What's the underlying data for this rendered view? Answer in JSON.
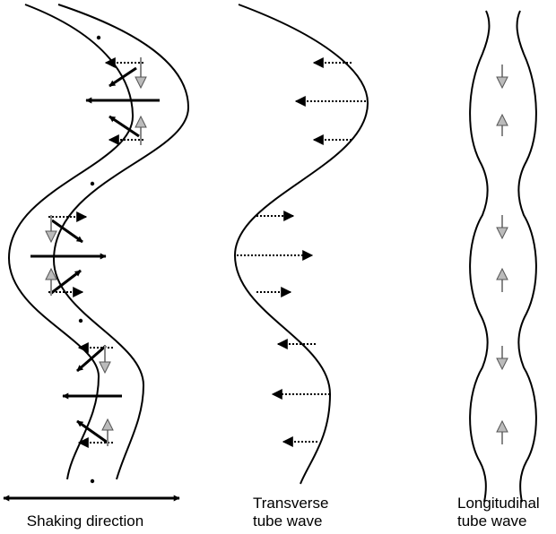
{
  "panels": {
    "shaking": {
      "caption": "Shaking direction"
    },
    "transverse": {
      "caption_line1": "Transverse",
      "caption_line2": "tube wave"
    },
    "longitudinal": {
      "caption_line1": "Longitudinal",
      "caption_line2": "tube wave"
    }
  },
  "colors": {
    "stroke": "#000000",
    "flow_arrow": "#888888"
  }
}
